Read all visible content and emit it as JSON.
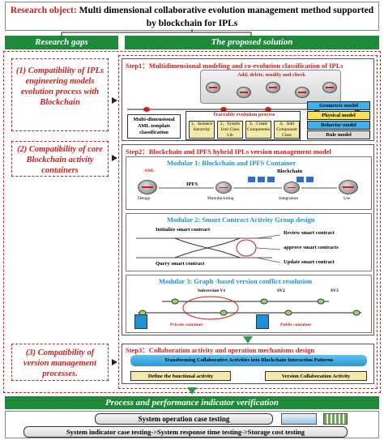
{
  "header": {
    "lead": "Research object:",
    "title": "Multi dimensional collaborative evolution management method supported by blockchain for IPLs"
  },
  "columns": {
    "left": "Research gaps",
    "right": "The proposed solution"
  },
  "gaps": [
    "(1) Compatibility of IPLs engineering models evolution process with Blockchain",
    "(2) Compatibility of core Blockchain activity containers",
    "(3) Compatibility of version management processes."
  ],
  "step1": {
    "title": "Step1：Multidimensional modeling and co-evolution classification of IPLs",
    "ops": "Add, delete, modify and check",
    "aml_label": "Multi-dimensional AML template classification",
    "trace_title": "Traceable evolution process",
    "trace_steps": [
      "1、Instance hierarchy",
      "2、System Unit Class Lib",
      "3、Create Components",
      "4、Add Component Class"
    ],
    "models": [
      "Geometric model",
      "Physical model",
      "Behavior model",
      "Rule model"
    ],
    "model_colors": [
      "#3fb0e8",
      "#f2e35a",
      "#3fb0e8",
      "#dcdcdc"
    ]
  },
  "step2": {
    "title": "Step2：Blockchain and IPFS hybrid IPLs version management model",
    "mod1": {
      "title": "Modular 1: Blockchain and IPFS Container",
      "aml": "AML",
      "ipfs": "IPFS",
      "blockchain": "Blockchain",
      "stages": [
        "Design",
        "Manufacturing",
        "Integration",
        "Use"
      ]
    },
    "mod2": {
      "title": "Modular 2: Smart Contract Activity Group design",
      "contracts": [
        "Initialize smart contract",
        "Query smart contract",
        "Review smart contract",
        "approve smart contracts",
        "Update smart contract"
      ]
    },
    "mod3": {
      "title": "Modular 3: Graph -based version conflict resolution",
      "versions": [
        "Subversion V1",
        "SV2",
        "SV3"
      ],
      "private": "Private container",
      "public": "Public container"
    }
  },
  "step3": {
    "title": "Step3：Collaboration activity and operation mechanisms design",
    "banner": "Transforming Collaborative Activities into Blockchain Interaction Patterns",
    "left": "Define the functional activity",
    "right": "Version Collaboration Activity"
  },
  "verification": {
    "title": "Process and performance indicator verification",
    "test1": "System operation case testing",
    "test2": "System indicator case testing->System response time testing->Storage cost testing"
  },
  "colors": {
    "accent_red": "#d21c1c",
    "accent_green": "#1f8a3a",
    "accent_blue": "#1e90d6"
  }
}
